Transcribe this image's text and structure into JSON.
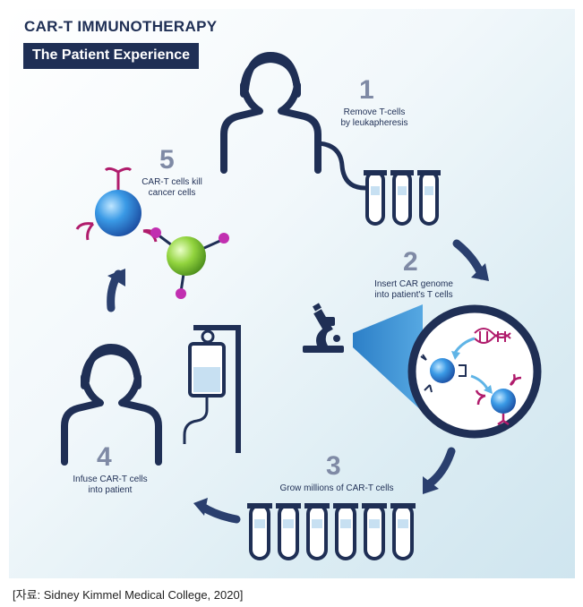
{
  "header": {
    "title": "CAR-T IMMUNOTHERAPY",
    "subtitle": "The Patient Experience"
  },
  "steps": [
    {
      "number": "1",
      "label_line1": "Remove T-cells",
      "label_line2": "by leukapheresis"
    },
    {
      "number": "2",
      "label_line1": "Insert CAR genome",
      "label_line2": "into patient's T cells"
    },
    {
      "number": "3",
      "label_line1": "Grow millions of CAR-T cells",
      "label_line2": ""
    },
    {
      "number": "4",
      "label_line1": "Infuse CAR-T cells",
      "label_line2": "into patient"
    },
    {
      "number": "5",
      "label_line1": "CAR-T cells kill",
      "label_line2": "cancer cells"
    }
  ],
  "caption": "[자료: Sidney Kimmel Medical College, 2020]",
  "colors": {
    "navy": "#1f2f55",
    "number_gray": "#7f8aa5",
    "tcell_blue": "#2f86d6",
    "cancer_green": "#8ccf3a",
    "receptor_magenta": "#b01c6c",
    "liquid_blue": "#c7e0f2"
  },
  "icons": [
    "person-icon",
    "test-tube-icon",
    "microscope-icon",
    "dna-icon",
    "iv-bag-icon",
    "arrow-icon"
  ]
}
